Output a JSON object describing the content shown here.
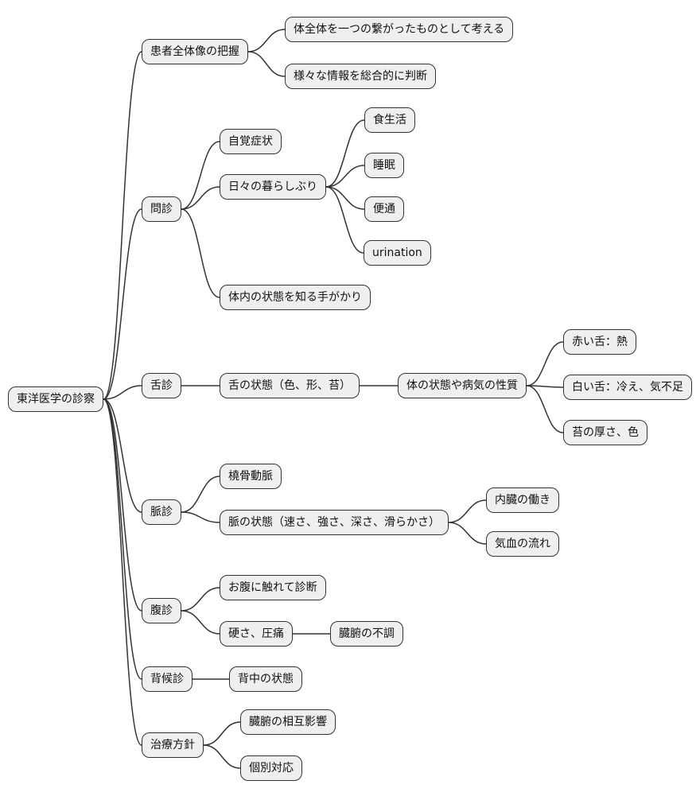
{
  "colors": {
    "background": "#ffffff",
    "node_fill": "#efefef",
    "node_border": "#333333",
    "node_text": "#111111",
    "connector": "#333333"
  },
  "tree": {
    "label": "東洋医学の診察",
    "children": [
      {
        "label": "患者全体像の把握",
        "children": [
          {
            "label": "体全体を一つの繋がったものとして考える"
          },
          {
            "label": "様々な情報を総合的に判断"
          }
        ]
      },
      {
        "label": "問診",
        "children": [
          {
            "label": "自覚症状"
          },
          {
            "label": "日々の暮らしぶり",
            "children": [
              {
                "label": "食生活"
              },
              {
                "label": "睡眠"
              },
              {
                "label": "便通"
              },
              {
                "label": "urination"
              }
            ]
          },
          {
            "label": "体内の状態を知る手がかり"
          }
        ]
      },
      {
        "label": "舌診",
        "children": [
          {
            "label": "舌の状態（色、形、苔）",
            "children": [
              {
                "label": "体の状態や病気の性質",
                "children": [
                  {
                    "label": "赤い舌：熱"
                  },
                  {
                    "label": "白い舌：冷え、気不足"
                  },
                  {
                    "label": "苔の厚さ、色"
                  }
                ]
              }
            ]
          }
        ]
      },
      {
        "label": "脈診",
        "children": [
          {
            "label": "橈骨動脈"
          },
          {
            "label": "脈の状態（速さ、強さ、深さ、滑らかさ）",
            "children": [
              {
                "label": "内臓の働き"
              },
              {
                "label": "気血の流れ"
              }
            ]
          }
        ]
      },
      {
        "label": "腹診",
        "children": [
          {
            "label": "お腹に触れて診断"
          },
          {
            "label": "硬さ、圧痛",
            "children": [
              {
                "label": "臓腑の不調"
              }
            ]
          }
        ]
      },
      {
        "label": "背候診",
        "children": [
          {
            "label": "背中の状態"
          }
        ]
      },
      {
        "label": "治療方針",
        "children": [
          {
            "label": "臓腑の相互影響"
          },
          {
            "label": "個別対応"
          }
        ]
      }
    ]
  }
}
